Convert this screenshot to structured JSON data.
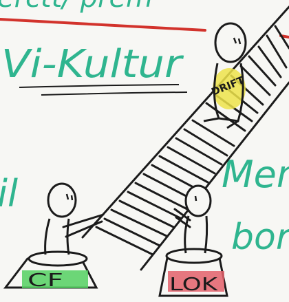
{
  "whiteboard": {
    "heading": "Vi-Kultur",
    "right_text_1": "Men",
    "right_text_2": "borge",
    "left_fragment": "il",
    "top_fragment": "erctt/ prem",
    "labels": {
      "top_figure": "DRIFT",
      "left_pedestal": "CF",
      "right_pedestal": "LOK"
    },
    "colors": {
      "green_ink": "#2fb58f",
      "red_line": "#d2332c",
      "black_ink": "#1b1b1b",
      "yellow_highlight": "#ede34a",
      "green_highlight": "#54d060",
      "red_highlight": "#e3606a"
    }
  }
}
